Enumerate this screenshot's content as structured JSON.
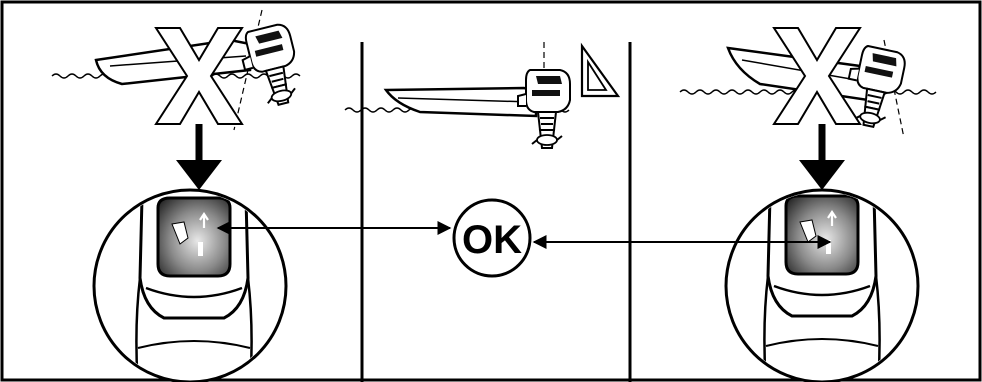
{
  "figure": {
    "ok_label": "OK",
    "colors": {
      "line": "#000000",
      "background": "#ffffff",
      "x_mark_fill": "#ffffff",
      "gauge_screen_dark": "#333333",
      "gauge_screen_light": "#d9d9d9"
    },
    "panels": [
      {
        "id": "left",
        "status": "incorrect",
        "mark": "x-cross",
        "has_gauge_closeup": true
      },
      {
        "id": "center",
        "status": "correct",
        "mark": "set-square",
        "has_gauge_closeup": false
      },
      {
        "id": "right",
        "status": "incorrect",
        "mark": "x-cross",
        "has_gauge_closeup": true
      }
    ],
    "icons": [
      "x-cross-icon",
      "set-square-icon",
      "down-arrow-icon",
      "double-arrow-icon",
      "trim-gauge-icon",
      "outboard-motor-icon"
    ]
  }
}
